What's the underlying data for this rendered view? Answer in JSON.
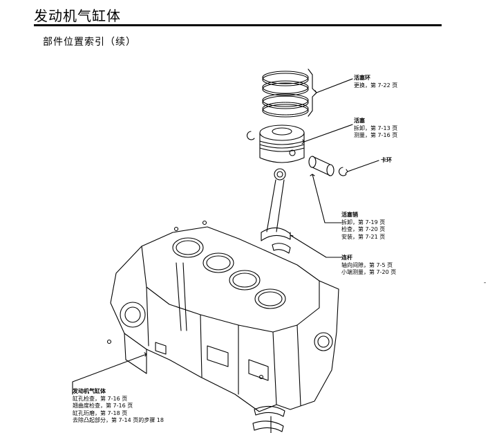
{
  "header": {
    "title": "发动机气缸体",
    "subtitle": "部件位置索引（续）"
  },
  "callouts": {
    "piston_ring": {
      "title": "活塞环",
      "lines": [
        "更换，第 7-22 页"
      ]
    },
    "piston": {
      "title": "活塞",
      "lines": [
        "拆卸，第 7-13 页",
        "测量，第 7-16 页"
      ]
    },
    "clip": {
      "title": "卡环",
      "lines": []
    },
    "piston_pin": {
      "title": "活塞销",
      "lines": [
        "拆卸，第 7-19 页",
        "检查，第 7-20 页",
        "安装，第 7-21 页"
      ]
    },
    "connecting_rod": {
      "title": "连杆",
      "lines": [
        "轴向间隙，第 7-5 页",
        "小端测量，第 7-20 页"
      ]
    },
    "block": {
      "title": "发动机气缸体",
      "lines": [
        "缸孔检查，第 7-16 页",
        "翘曲度检查，第 7-16 页",
        "缸孔珩磨，第 7-18 页",
        "去除凸起部分，第 7-14 页的步骤 18"
      ]
    }
  },
  "edge_mark": "-"
}
